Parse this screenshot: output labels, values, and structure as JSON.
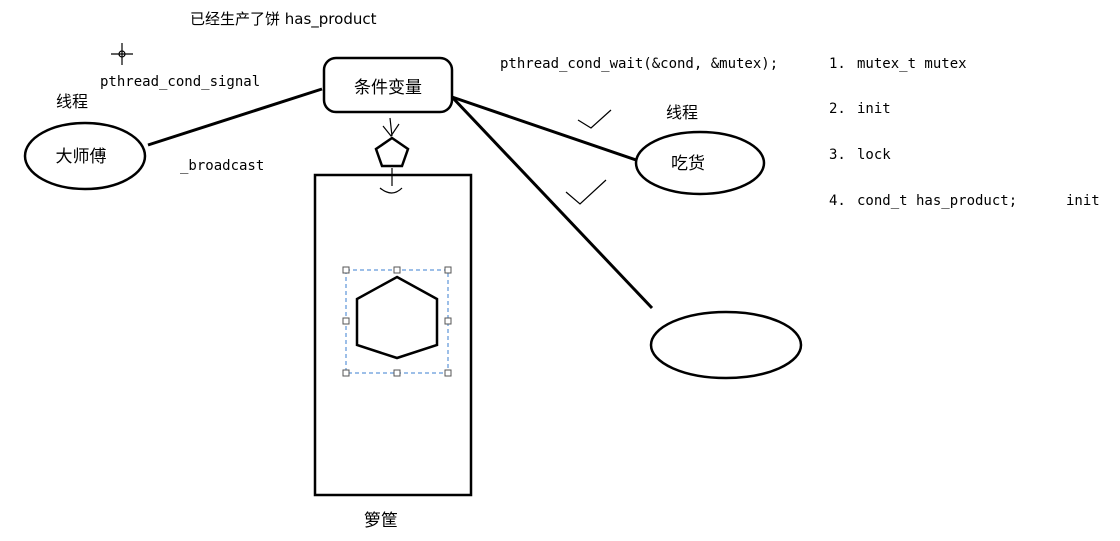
{
  "top_label": "已经生产了饼  has_product",
  "signal_label": "pthread_cond_signal",
  "broadcast_label": "_broadcast",
  "wait_label": "pthread_cond_wait(&cond, &mutex);",
  "cond_var_label": "条件变量",
  "producer": {
    "thread_label": "线程",
    "name": "大师傅"
  },
  "consumer": {
    "thread_label": "线程",
    "name": "吃货"
  },
  "basket_label": "箩筐",
  "steps": [
    {
      "num": "1.",
      "text": "mutex_t mutex"
    },
    {
      "num": "2.",
      "text": "init"
    },
    {
      "num": "3.",
      "text": "lock"
    },
    {
      "num": "4.",
      "text": "cond_t has_product;",
      "extra": "init"
    }
  ]
}
